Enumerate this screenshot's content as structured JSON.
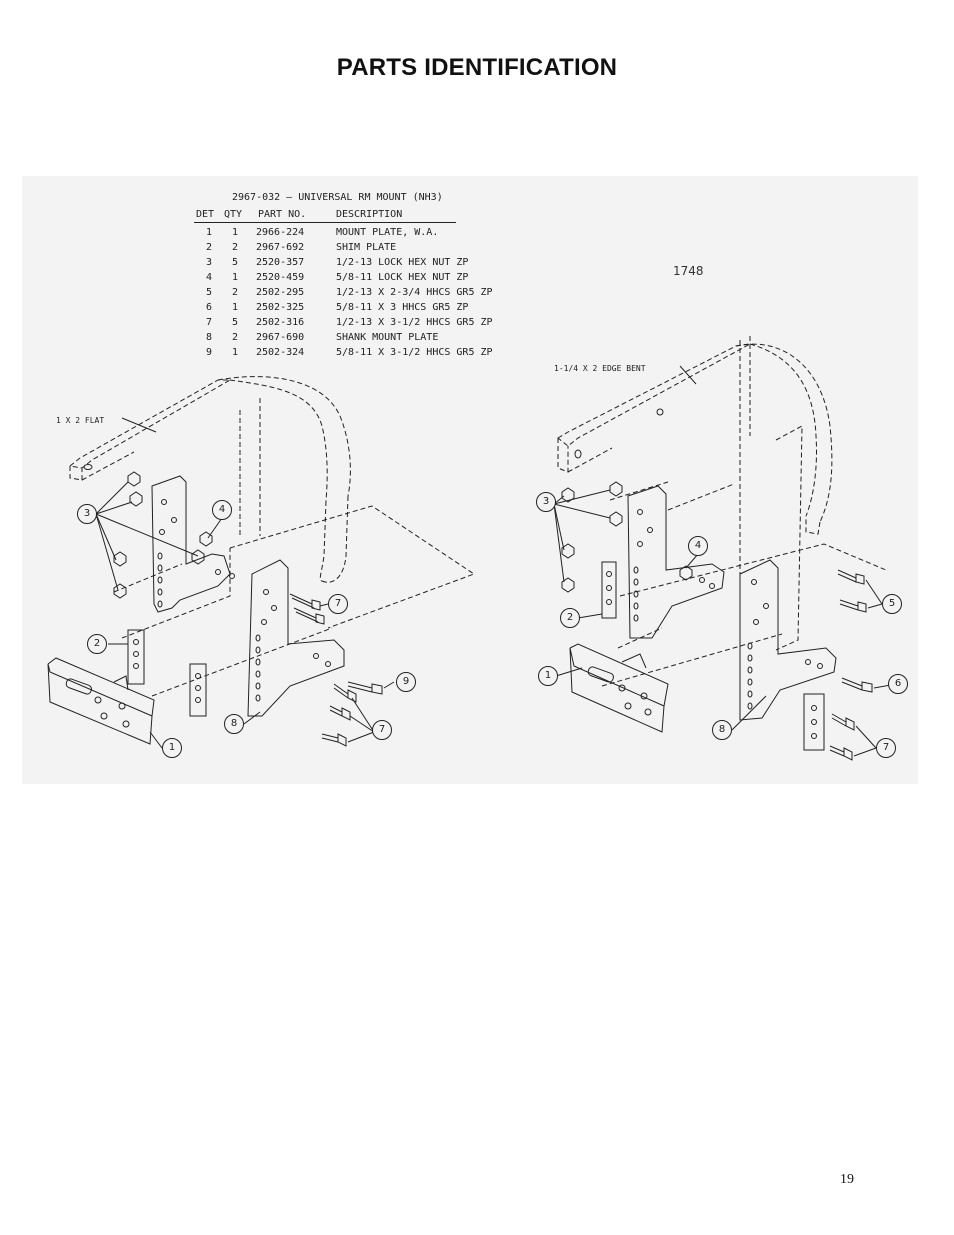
{
  "page": {
    "title": "PARTS IDENTIFICATION",
    "page_number": "19"
  },
  "diagram": {
    "drawing_number": "1748",
    "stock_labels": {
      "left": "1 X 2 FLAT",
      "right": "1-1/4 X 2 EDGE BENT"
    }
  },
  "parts_table": {
    "title": "2967-032 – UNIVERSAL RM MOUNT (NH3)",
    "headers": {
      "det": "DET",
      "qty": "QTY",
      "part_no": "PART NO.",
      "description": "DESCRIPTION"
    },
    "rows": [
      {
        "det": "1",
        "qty": "1",
        "part_no": "2966-224",
        "description": "MOUNT PLATE, W.A."
      },
      {
        "det": "2",
        "qty": "2",
        "part_no": "2967-692",
        "description": "SHIM PLATE"
      },
      {
        "det": "3",
        "qty": "5",
        "part_no": "2520-357",
        "description": "1/2-13 LOCK HEX NUT ZP"
      },
      {
        "det": "4",
        "qty": "1",
        "part_no": "2520-459",
        "description": "5/8-11 LOCK HEX NUT ZP"
      },
      {
        "det": "5",
        "qty": "2",
        "part_no": "2502-295",
        "description": "1/2-13 X 2-3/4 HHCS GR5 ZP"
      },
      {
        "det": "6",
        "qty": "1",
        "part_no": "2502-325",
        "description": "5/8-11 X 3  HHCS GR5 ZP"
      },
      {
        "det": "7",
        "qty": "5",
        "part_no": "2502-316",
        "description": "1/2-13 X 3-1/2 HHCS GR5 ZP"
      },
      {
        "det": "8",
        "qty": "2",
        "part_no": "2967-690",
        "description": "SHANK MOUNT PLATE"
      },
      {
        "det": "9",
        "qty": "1",
        "part_no": "2502-324",
        "description": "5/8-11 X 3-1/2  HHCS GR5 ZP"
      }
    ]
  },
  "callouts": {
    "left_3": "3",
    "left_4": "4",
    "left_2": "2",
    "left_1": "1",
    "left_7a": "7",
    "left_9": "9",
    "left_8": "8",
    "left_7b": "7",
    "right_3": "3",
    "right_4": "4",
    "right_2": "2",
    "right_1": "1",
    "right_5": "5",
    "right_6": "6",
    "right_8": "8",
    "right_7": "7"
  }
}
